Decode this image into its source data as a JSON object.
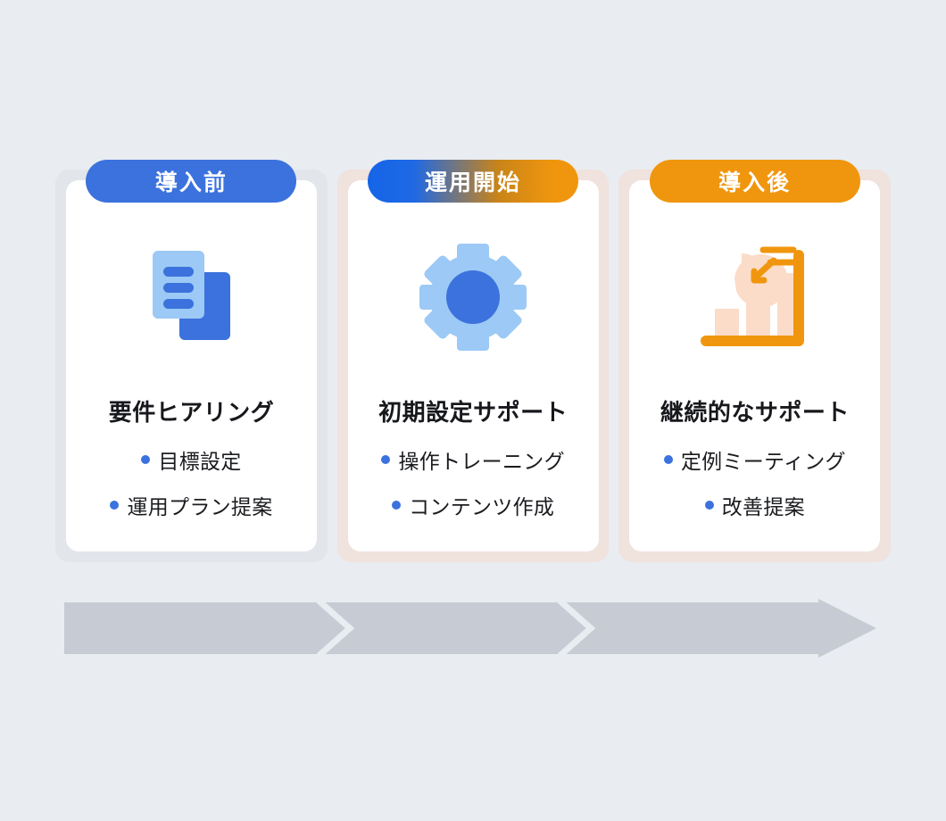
{
  "page": {
    "background_color": "#e9ecf0",
    "accent_blue": "#3b72dd",
    "accent_orange": "#f0960e",
    "bullet_color": "#3b72dd"
  },
  "steps": [
    {
      "badge": "導入前",
      "badge_style": "blue",
      "wrap_tint": "#e2e5ea",
      "icon": "documents-icon",
      "title": "要件ヒアリング",
      "bullets": [
        "目標設定",
        "運用プラン提案"
      ]
    },
    {
      "badge": "運用開始",
      "badge_style": "gradient-blue-orange",
      "wrap_tint": "#f0e2dd",
      "icon": "gear-icon",
      "title": "初期設定サポート",
      "bullets": [
        "操作トレーニング",
        "コンテンツ作成"
      ]
    },
    {
      "badge": "導入後",
      "badge_style": "orange",
      "wrap_tint": "#f0e2dd",
      "icon": "bar-chart-icon",
      "title": "継続的なサポート",
      "bullets": [
        "定例ミーティング",
        "改善提案"
      ]
    }
  ],
  "flow_arrow": {
    "name": "progress-arrow",
    "color": "#c7cbd4",
    "separator_color": "#e9ecf0",
    "segments": 3,
    "direction": "right"
  }
}
